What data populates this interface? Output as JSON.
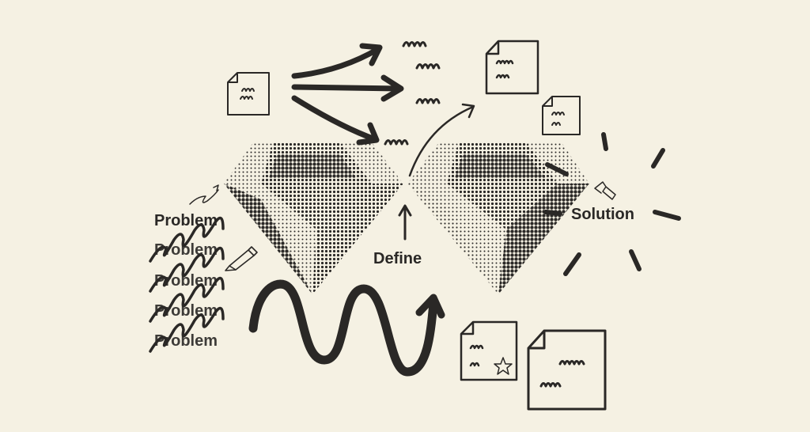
{
  "labels": {
    "problem": "Problem",
    "problem_variants": [
      "Problem",
      "Problem",
      "Problem",
      "Problem"
    ],
    "define": "Define",
    "solution": "Solution"
  },
  "colors": {
    "background": "#f5f1e3",
    "ink": "#2a2826"
  },
  "icons": [
    "document-icon",
    "arrow-icon",
    "pencil-icon",
    "diamond-halftone",
    "squiggle-arrow-icon",
    "star-icon",
    "sparkle-rays"
  ]
}
